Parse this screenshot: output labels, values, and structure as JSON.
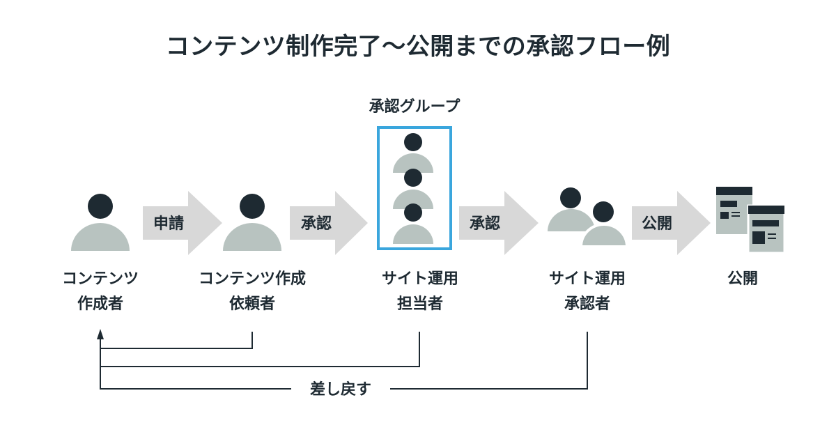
{
  "title": "コンテンツ制作完了〜公開までの承認フロー例",
  "approval_group_label": "承認グループ",
  "flow_arrows": [
    "申請",
    "承認",
    "承認",
    "公開"
  ],
  "roles": [
    {
      "line1": "コンテンツ",
      "line2": "作成者"
    },
    {
      "line1": "コンテンツ作成",
      "line2": "依頼者"
    },
    {
      "line1": "サイト運用",
      "line2": "担当者"
    },
    {
      "line1": "サイト運用",
      "line2": "承認者"
    },
    {
      "line1": "公開",
      "line2": ""
    }
  ],
  "return_label": "差し戻す",
  "colors": {
    "dark": "#1e2a32",
    "gray": "#b8c3c0",
    "arrow": "#d8d8d8",
    "accent": "#3aa6dd",
    "line": "#1e2a32"
  }
}
